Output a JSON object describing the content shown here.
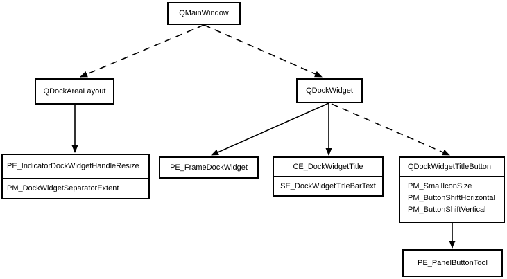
{
  "diagram": {
    "background_color": "#ffffff",
    "line_color": "#000000",
    "nodes": {
      "qmainwindow": {
        "label": "QMainWindow"
      },
      "qdockarealayout": {
        "label": "QDockAreaLayout"
      },
      "qdockwidget": {
        "label": "QDockWidget"
      },
      "dockhandle": {
        "rows_top": [
          "PE_IndicatorDockWidgetHandleResize"
        ],
        "rows_bottom": [
          "PM_DockWidgetSeparatorExtent"
        ]
      },
      "framedockwidget": {
        "label": "PE_FrameDockWidget"
      },
      "dockwidgettitle": {
        "rows_top": [
          "CE_DockWidgetTitle"
        ],
        "rows_bottom": [
          "SE_DockWidgetTitleBarText"
        ]
      },
      "titlebutton": {
        "rows_top": [
          "QDockWidgetTitleButton"
        ],
        "rows_bottom": [
          "PM_SmallIconSize",
          "PM_ButtonShiftHorizontal",
          "PM_ButtonShiftVertical"
        ]
      },
      "panelbuttontool": {
        "label": "PE_PanelButtonTool"
      }
    }
  }
}
